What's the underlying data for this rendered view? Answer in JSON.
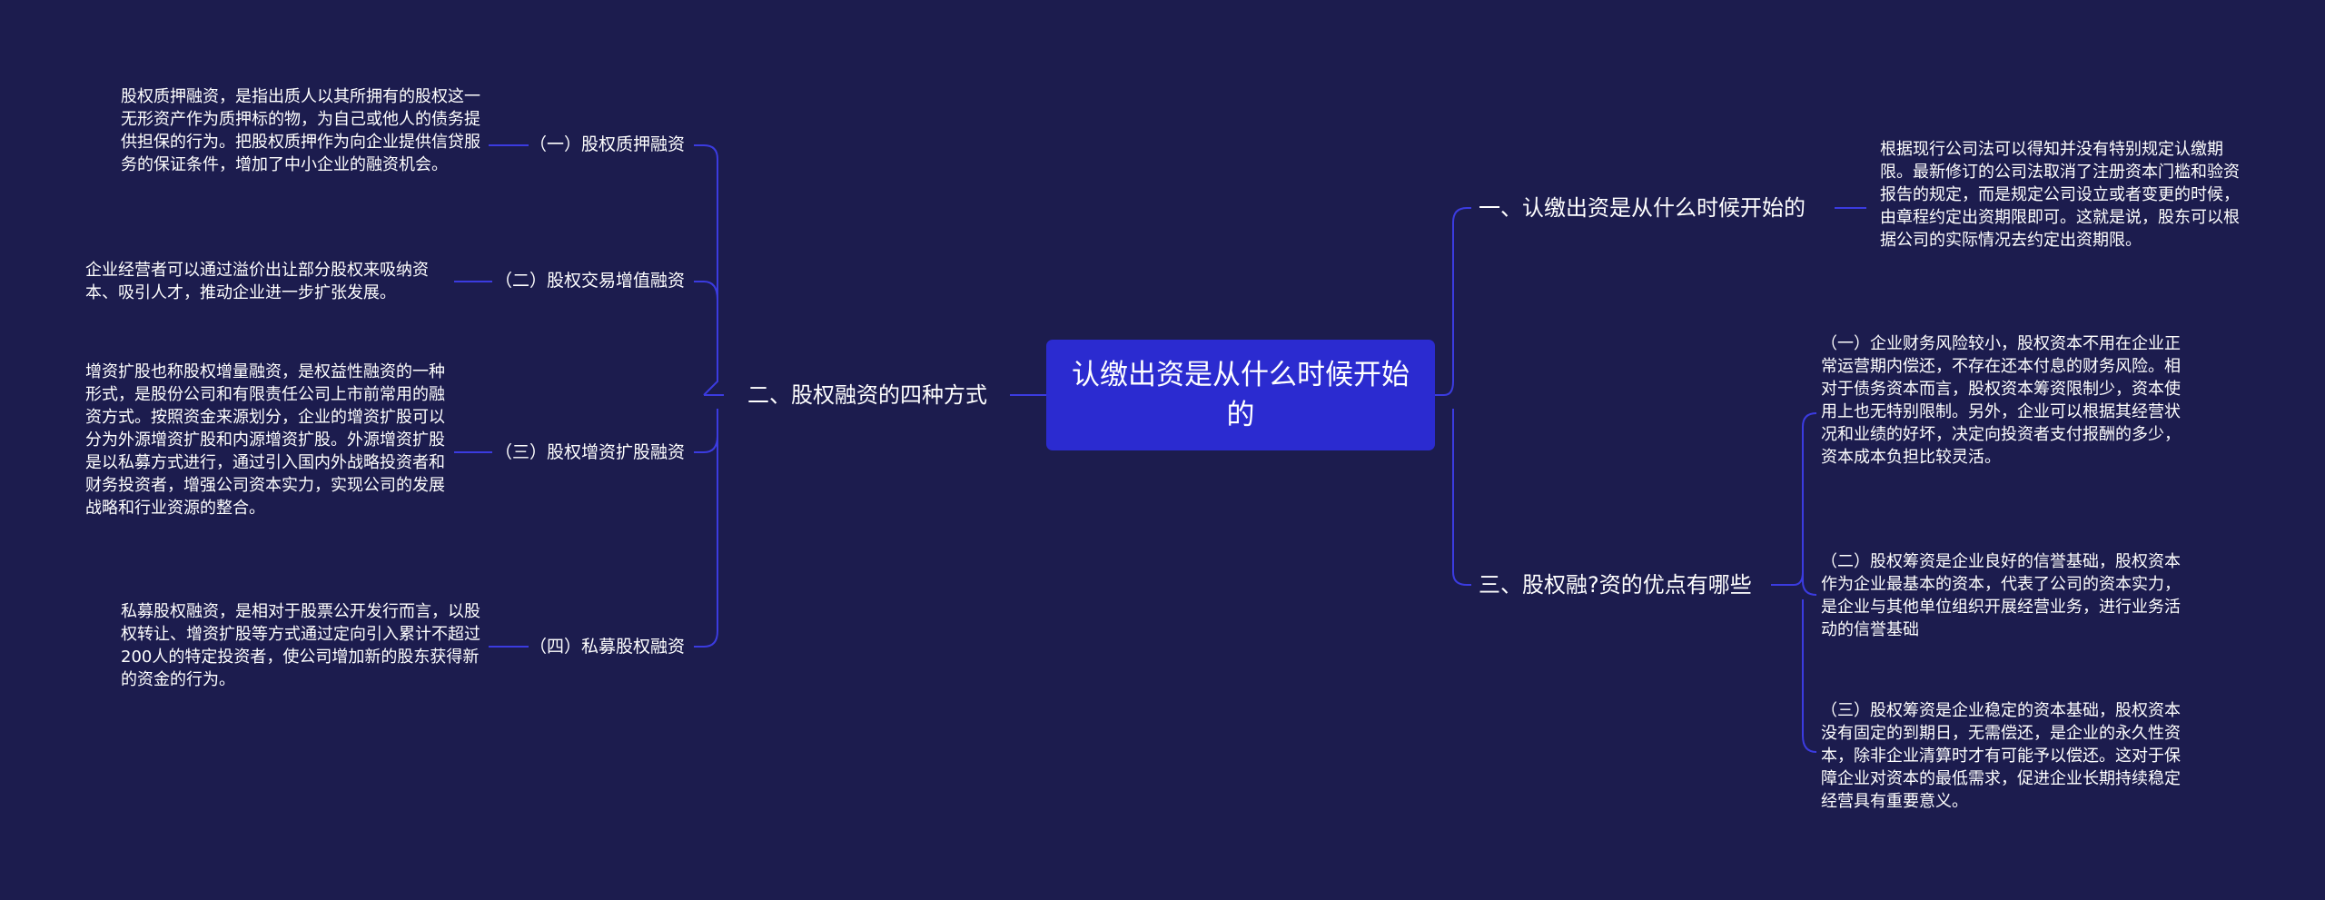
{
  "root": {
    "title": "认缴出资是从什么时候开始的"
  },
  "colors": {
    "background": "#1c1c4e",
    "root_fill": "#2b2bd0",
    "connector": "#3b3be0",
    "text": "#ffffff"
  },
  "left": {
    "label": "二、股权融资的四种方式",
    "items": [
      {
        "label": "（一）股权质押融资",
        "desc": "股权质押融资，是指出质人以其所拥有的股权这一无形资产作为质押标的物，为自己或他人的债务提供担保的行为。把股权质押作为向企业提供信贷服务的保证条件，增加了中小企业的融资机会。"
      },
      {
        "label": "（二）股权交易增值融资",
        "desc": "企业经营者可以通过溢价出让部分股权来吸纳资本、吸引人才，推动企业进一步扩张发展。"
      },
      {
        "label": "（三）股权增资扩股融资",
        "desc": "增资扩股也称股权增量融资，是权益性融资的一种形式，是股份公司和有限责任公司上市前常用的融资方式。按照资金来源划分，企业的增资扩股可以分为外源增资扩股和内源增资扩股。外源增资扩股是以私募方式进行，通过引入国内外战略投资者和财务投资者，增强公司资本实力，实现公司的发展战略和行业资源的整合。"
      },
      {
        "label": "（四）私募股权融资",
        "desc": "私募股权融资，是相对于股票公开发行而言，以股权转让、增资扩股等方式通过定向引入累计不超过200人的特定投资者，使公司增加新的股东获得新的资金的行为。"
      }
    ]
  },
  "right": {
    "branch1": {
      "label": "一、认缴出资是从什么时候开始的",
      "desc": "根据现行公司法可以得知并没有特别规定认缴期限。最新修订的公司法取消了注册资本门槛和验资报告的规定，而是规定公司设立或者变更的时候，由章程约定出资期限即可。这就是说，股东可以根据公司的实际情况去约定出资期限。"
    },
    "branch2": {
      "label": "三、股权融?资的优点有哪些",
      "items": [
        "（一）企业财务风险较小，股权资本不用在企业正常运营期内偿还，不存在还本付息的财务风险。相对于债务资本而言，股权资本筹资限制少，资本使用上也无特别限制。另外，企业可以根据其经营状况和业绩的好坏，决定向投资者支付报酬的多少，资本成本负担比较灵活。",
        "（二）股权筹资是企业良好的信誉基础，股权资本作为企业最基本的资本，代表了公司的资本实力，是企业与其他单位组织开展经营业务，进行业务活动的信誉基础",
        "（三）股权筹资是企业稳定的资本基础，股权资本没有固定的到期日，无需偿还，是企业的永久性资本，除非企业清算时才有可能予以偿还。这对于保障企业对资本的最低需求，促进企业长期持续稳定经营具有重要意义。"
      ]
    }
  }
}
